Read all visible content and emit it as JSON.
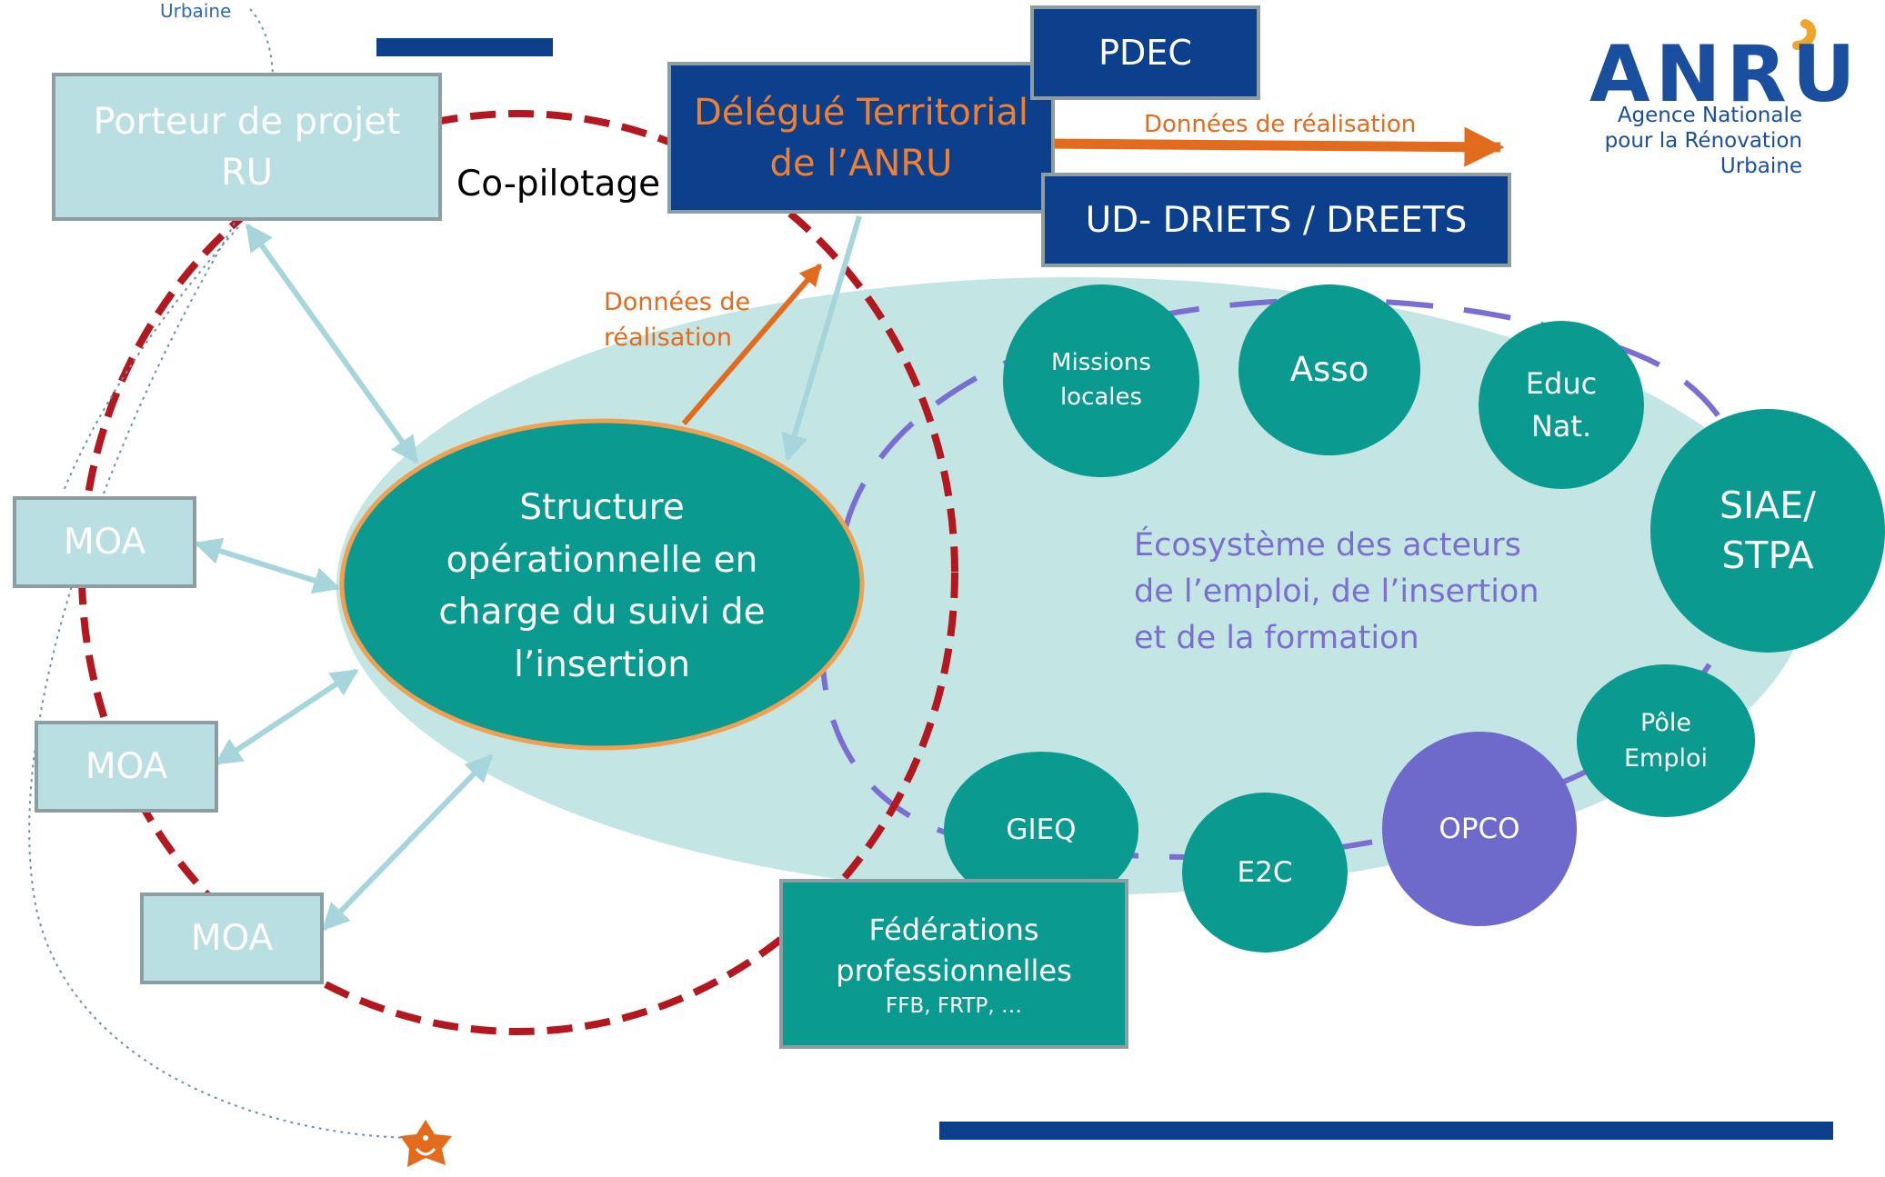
{
  "top_left_label": "Urbaine",
  "porteur": "Porteur de projet\nRU",
  "copilotage": "Co-pilotage",
  "delegue": "Délégué Territorial\nde l’ANRU",
  "pdec": "PDEC",
  "donnees_top": "Données de réalisation",
  "ud": "UD- DRIETS / DREETS",
  "anru_logo": {
    "wordmark": "ANRU",
    "tagline_line1": "Agence Nationale",
    "tagline_line2": "pour la Rénovation",
    "tagline_line3": "Urbaine"
  },
  "donnees_mid": "Données de\nréalisation",
  "structure": "Structure\nopérationnelle en\ncharge du suivi de\nl’insertion",
  "moa": [
    "MOA",
    "MOA",
    "MOA"
  ],
  "ecosystem": "Écosystème des acteurs\nde l’emploi, de l’insertion\net de la formation",
  "actors": [
    "Missions\nlocales",
    "Asso",
    "Educ\nNat.",
    "SIAE/\nSTPA",
    "Pôle\nEmploi",
    "OPCO",
    "E2C",
    "GIEQ"
  ],
  "federations": {
    "title": "Fédérations\nprofessionnelles",
    "sub": "FFB, FRTP, …"
  },
  "colors": {
    "navy": "#0c3f8c",
    "teal": "#0a9a90",
    "light_teal": "#b9dfe2",
    "ecosystem_fill": "#c3e6e4",
    "dashed_red": "#b3171f",
    "orange": "#e36b1e",
    "purple": "#7a6fd0",
    "arrow_blue": "#a6d6dc"
  }
}
